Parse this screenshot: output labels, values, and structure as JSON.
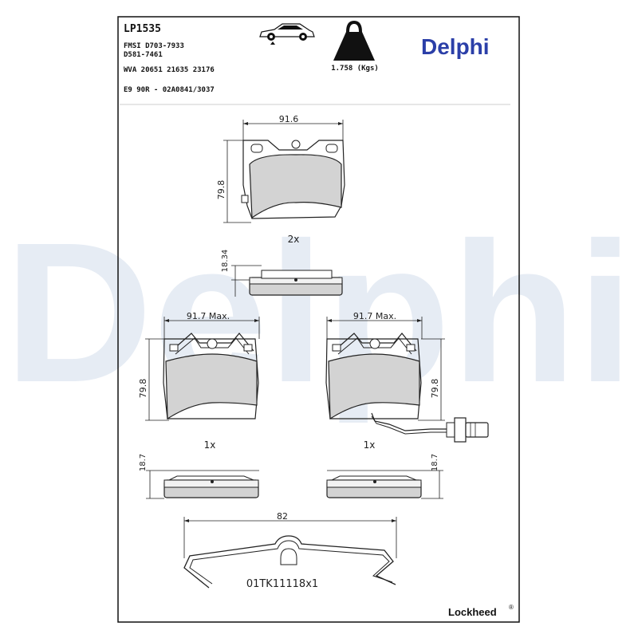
{
  "header": {
    "part_number": "LP1535",
    "fmsi_line1": "FMSI D703-7933",
    "fmsi_line2": "D581-7461",
    "wva": "WVA 20651 21635 23176",
    "approval": "E9 90R - 02A0841/3037",
    "weight": "1.758 (Kgs)"
  },
  "brand": {
    "logo_text": "Delphi",
    "color": "#2b3fa8",
    "watermark_text": "Delphi",
    "watermark_color": "#e6ecf4"
  },
  "front_pad": {
    "width_dim": "91.6",
    "height_dim": "79.8",
    "thickness_dim": "18.34",
    "quantity": "2x"
  },
  "rear_left_pad": {
    "width_dim": "91.7 Max.",
    "height_dim": "79.8",
    "thickness_dim": "18.7",
    "quantity": "1x"
  },
  "rear_right_pad": {
    "width_dim": "91.7 Max.",
    "height_dim": "79.8",
    "thickness_dim": "18.7",
    "quantity": "1x"
  },
  "spring_clip": {
    "width_dim": "82",
    "kit_code": "01TK11118x1"
  },
  "footer": {
    "brand": "Lockheed",
    "registered_mark": "®"
  },
  "icons": [
    "car-icon",
    "weight-icon"
  ],
  "colors": {
    "pad_fill": "#d3d3d3",
    "plate_fill": "#f2f2f2",
    "line": "#222222"
  }
}
